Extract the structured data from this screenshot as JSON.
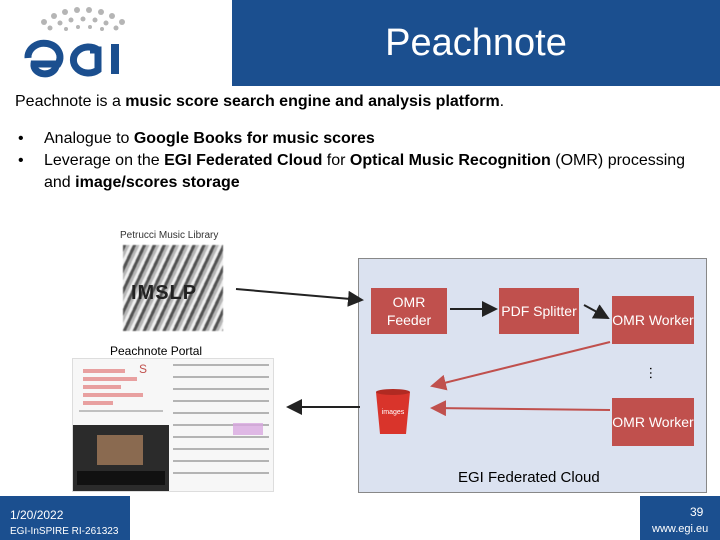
{
  "slide": {
    "title": "Peachnote",
    "logo_text": "egi"
  },
  "intro": {
    "prefix": "Peachnote is a ",
    "bold": "music score search engine and analysis platform",
    "suffix": "."
  },
  "bullets": [
    {
      "parts": [
        {
          "text": "Analogue to ",
          "bold": false
        },
        {
          "text": "Google Books for music scores",
          "bold": true
        }
      ]
    },
    {
      "parts": [
        {
          "text": "Leverage on the ",
          "bold": false
        },
        {
          "text": "EGI Federated Cloud",
          "bold": true
        },
        {
          "text": " for ",
          "bold": false
        },
        {
          "text": "Optical Music Recognition",
          "bold": true
        },
        {
          "text": " (OMR) processing and ",
          "bold": false
        },
        {
          "text": "image/scores storage",
          "bold": true
        }
      ]
    }
  ],
  "diagram": {
    "library_label": "Petrucci Music Library",
    "library_logo_text": "IMSLP",
    "portal_label": "Peachnote Portal",
    "omr_feeder": "OMR Feeder",
    "pdf_splitter": "PDF Splitter",
    "omr_worker_1": "OMR Worker",
    "omr_worker_2": "OMR Worker",
    "ellipsis": "…",
    "bucket_label": "images",
    "cloud_label": "EGI Federated Cloud"
  },
  "colors": {
    "brand_blue": "#1b4f8f",
    "box_red": "#c0504d",
    "cloud_bg": "#dbe2f0"
  },
  "footer": {
    "date": "1/20/2022",
    "project": "EGI-InSPIRE RI-261323",
    "page": "39",
    "url": "www.egi.eu"
  }
}
